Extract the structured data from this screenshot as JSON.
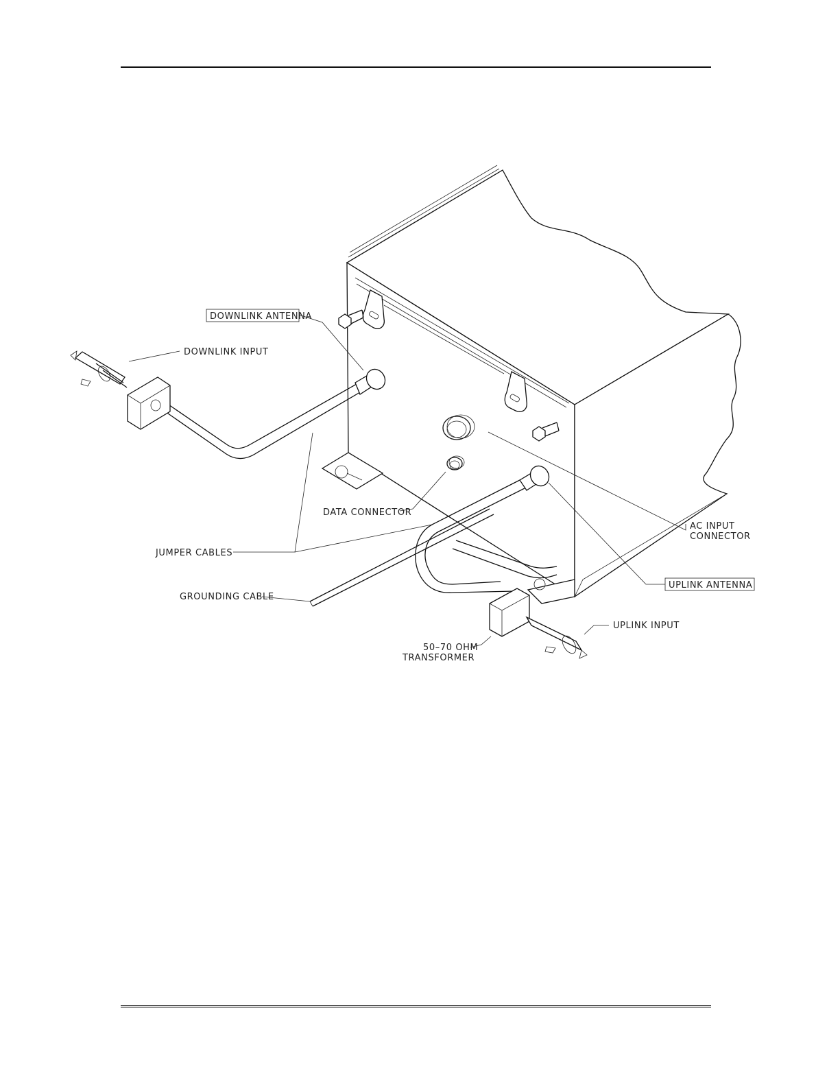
{
  "labels": {
    "downlink_antenna": "DOWNLINK ANTENNA",
    "downlink_input": "DOWNLINK INPUT",
    "data_connector": "DATA CONNECTOR",
    "jumper_cables": "JUMPER CABLES",
    "grounding_cable": "GROUNDING CABLE",
    "ac_input_line1": "AC INPUT",
    "ac_input_line2": "CONNECTOR",
    "uplink_antenna": "UPLINK ANTENNA",
    "uplink_input": "UPLINK INPUT",
    "transformer_line1": "50–70 OHM",
    "transformer_line2": "TRANSFORMER"
  }
}
